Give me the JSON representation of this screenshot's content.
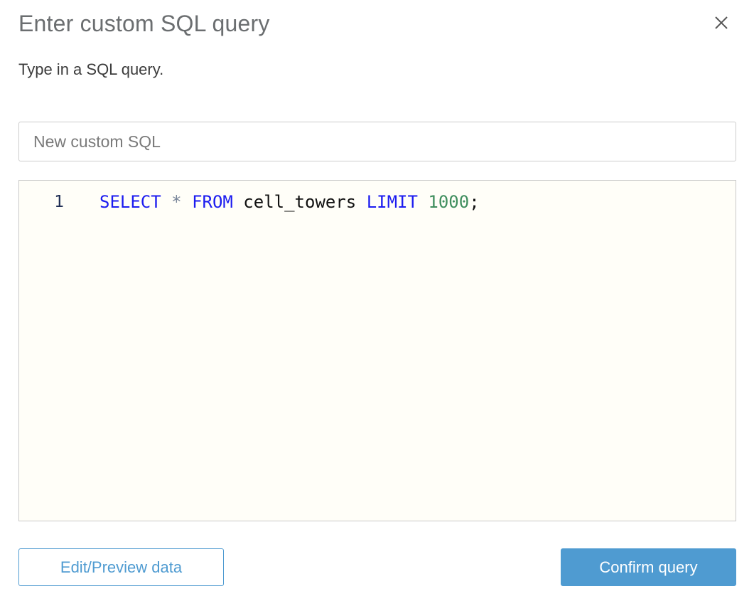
{
  "modal": {
    "title": "Enter custom SQL query",
    "subtitle": "Type in a SQL query."
  },
  "name_input": {
    "value": "New custom SQL"
  },
  "editor": {
    "line_number": "1",
    "code_text": "SELECT * FROM cell_towers LIMIT 1000;",
    "tokens": [
      {
        "text": "SELECT",
        "type": "keyword"
      },
      {
        "text": " ",
        "type": "plain"
      },
      {
        "text": "*",
        "type": "operator"
      },
      {
        "text": " ",
        "type": "plain"
      },
      {
        "text": "FROM",
        "type": "keyword"
      },
      {
        "text": " cell_towers ",
        "type": "plain"
      },
      {
        "text": "LIMIT",
        "type": "keyword"
      },
      {
        "text": " ",
        "type": "plain"
      },
      {
        "text": "1000",
        "type": "number"
      },
      {
        "text": ";",
        "type": "plain"
      }
    ]
  },
  "buttons": {
    "edit_preview_label": "Edit/Preview data",
    "confirm_label": "Confirm query"
  },
  "colors": {
    "accent_blue": "#4f9bd1",
    "keyword_blue": "#1c1cf0",
    "number_green": "#3f8e5e",
    "operator_gray": "#7a869a",
    "editor_bg": "#fffef8",
    "line_number_navy": "#1f2d54",
    "title_gray": "#6b6e70"
  }
}
